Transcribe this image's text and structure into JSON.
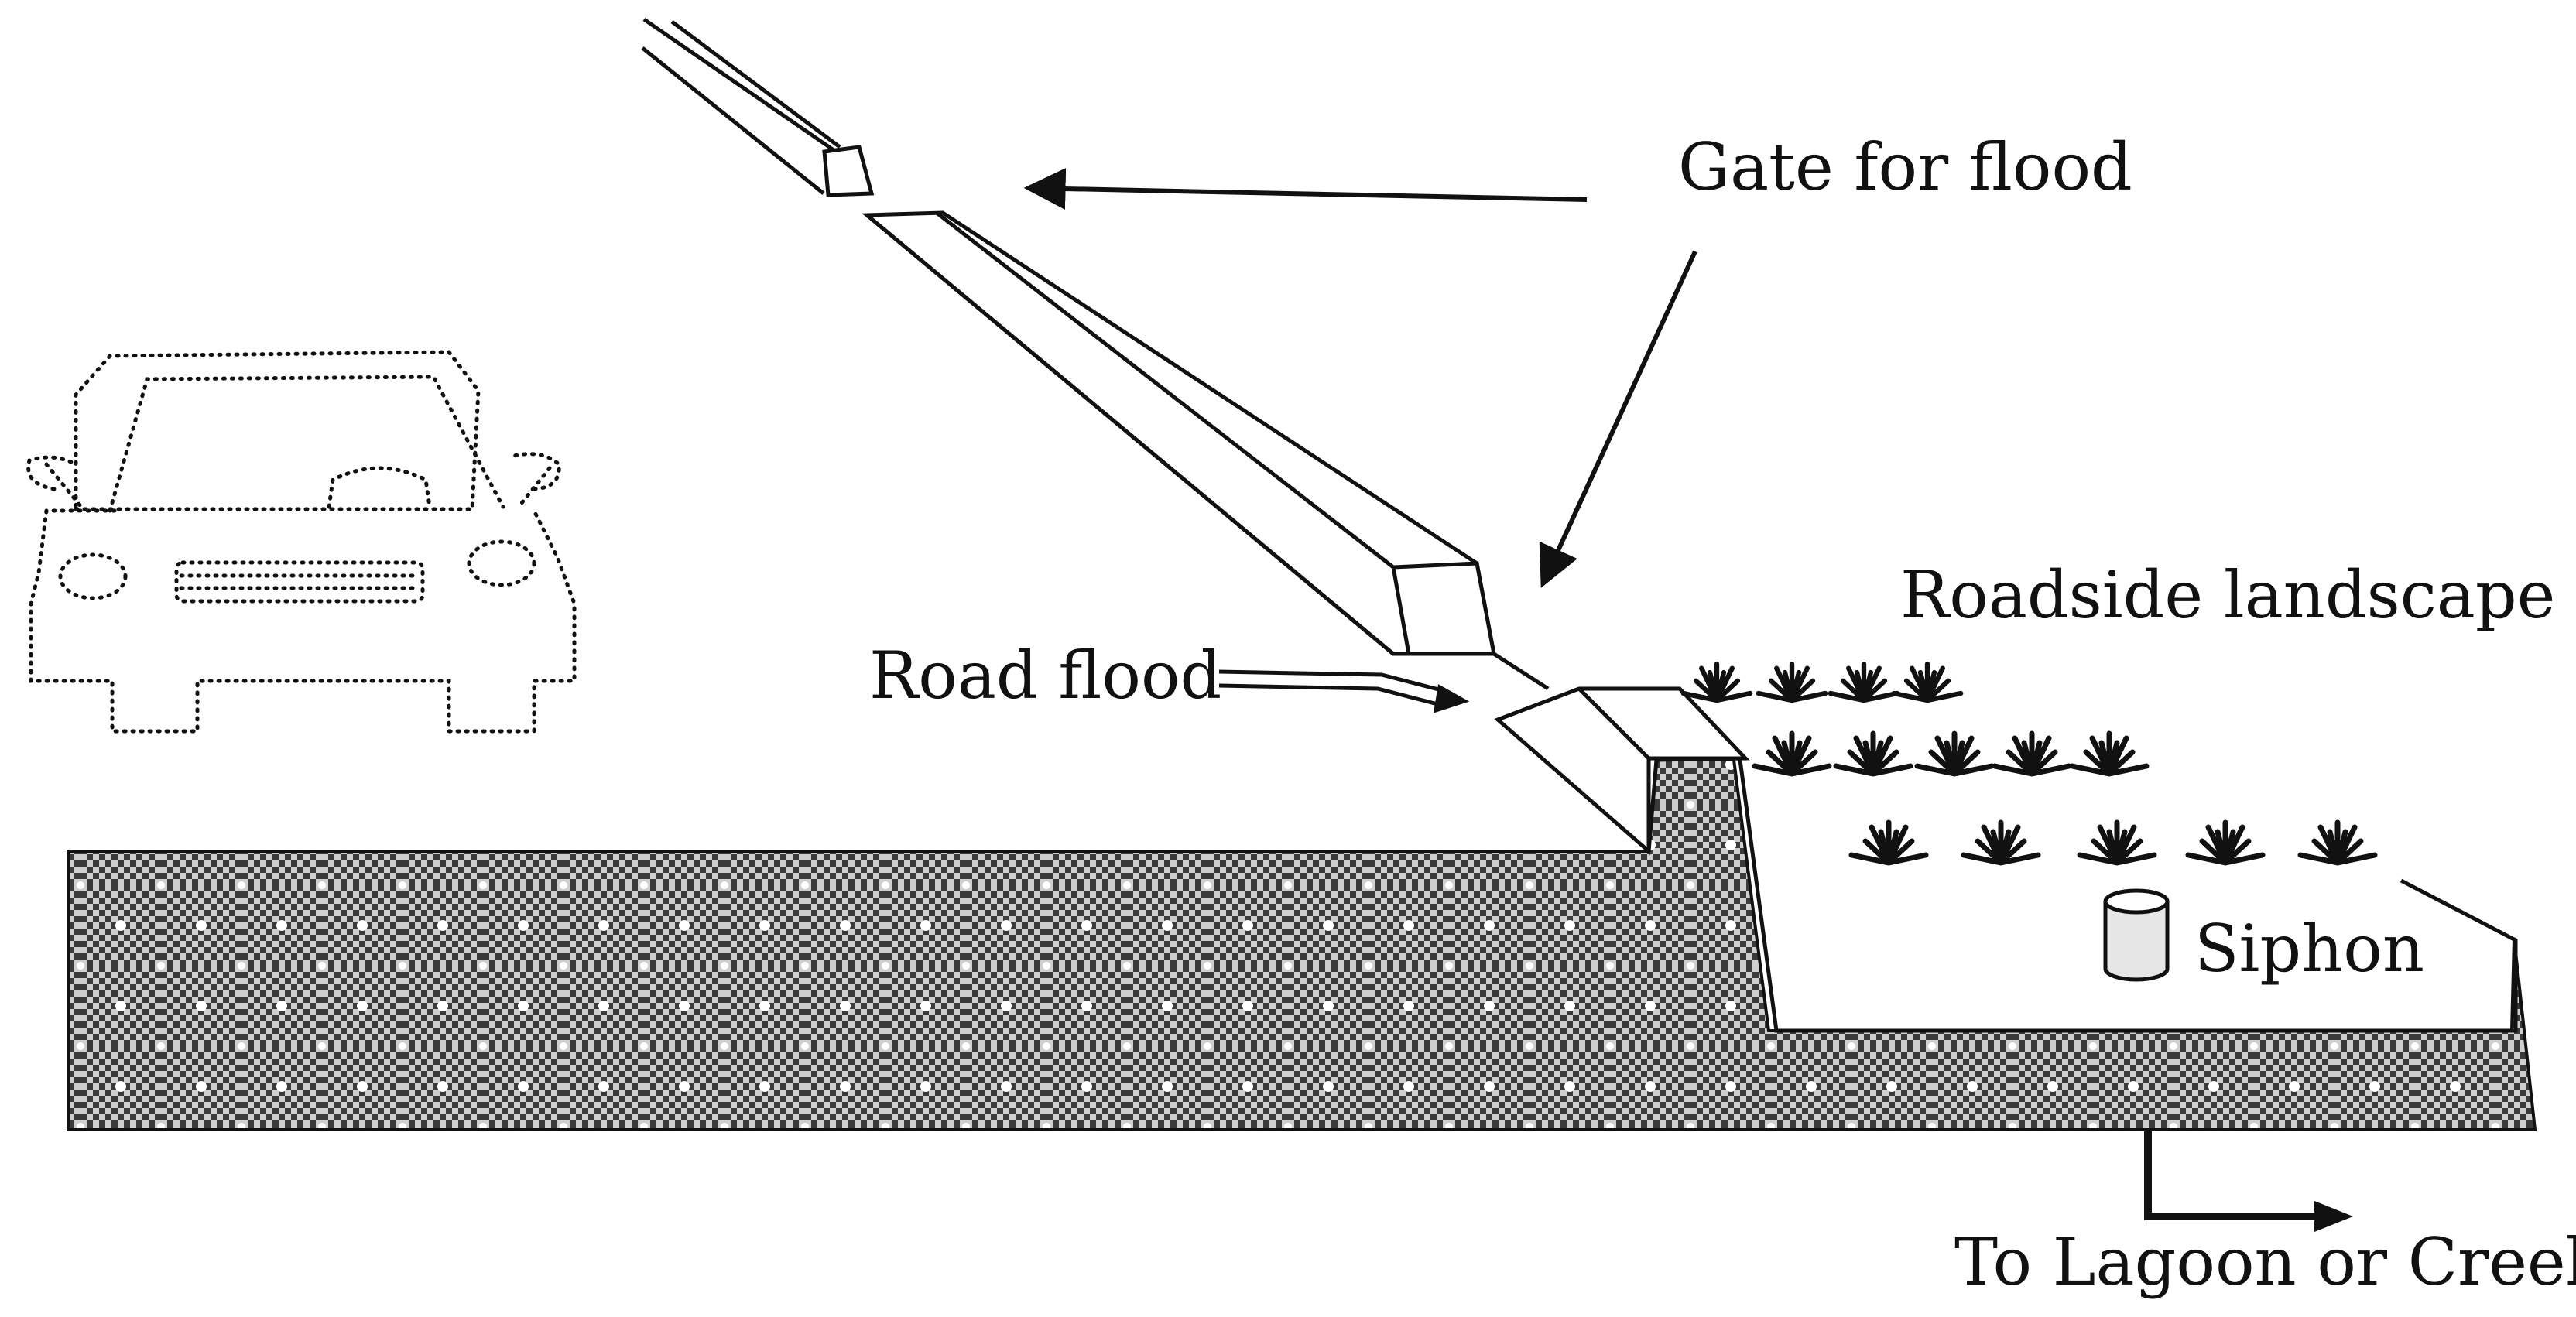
{
  "labels": {
    "gate": "Gate for flood",
    "roadside": "Roadside landscape",
    "road_flood": "Road flood",
    "siphon": "Siphon",
    "outlet": "To Lagoon or Creek"
  },
  "colors": {
    "ink": "#111111",
    "ground_dark": "#3a3a3a",
    "ground_light": "#d8d8d8",
    "siphon_fill": "#e6e6e6"
  }
}
